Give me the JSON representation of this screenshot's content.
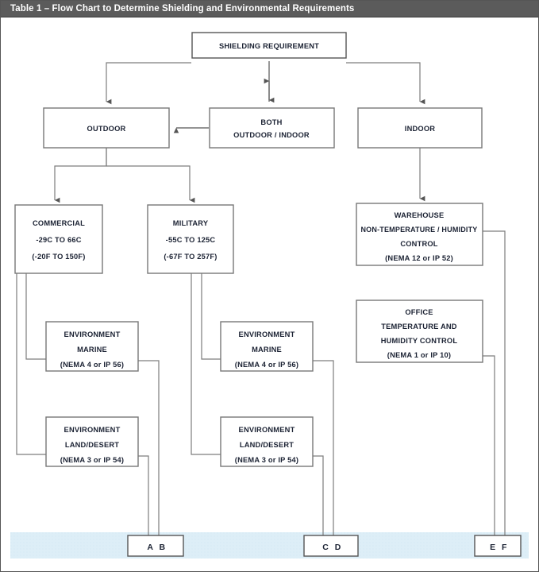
{
  "header": {
    "title": "Table 1 – Flow Chart to Determine Shielding and Environmental Requirements",
    "bar_color": "#5b5b5b",
    "text_color": "#ffffff"
  },
  "colors": {
    "band": "#ddeef7",
    "box_stroke": "#777777",
    "line": "#7d7d7d",
    "text": "#1b2233",
    "page_border": "#555555"
  },
  "chart_data": {
    "type": "diagram",
    "title": "Table 1 – Flow Chart to Determine Shielding and Environmental Requirements",
    "nodes": [
      {
        "id": "shielding",
        "lines": [
          "SHIELDING REQUIREMENT"
        ]
      },
      {
        "id": "outdoor",
        "lines": [
          "OUTDOOR"
        ]
      },
      {
        "id": "both",
        "lines": [
          "BOTH",
          "OUTDOOR / INDOOR"
        ]
      },
      {
        "id": "indoor",
        "lines": [
          "INDOOR"
        ]
      },
      {
        "id": "commercial",
        "lines": [
          "COMMERCIAL",
          "-29C TO 66C",
          "(-20F TO 150F)"
        ]
      },
      {
        "id": "military",
        "lines": [
          "MILITARY",
          "-55C TO 125C",
          "(-67F TO 257F)"
        ]
      },
      {
        "id": "warehouse",
        "lines": [
          "WAREHOUSE",
          "NON-TEMPERATURE / HUMIDITY",
          "CONTROL",
          "(NEMA 12 or IP 52)"
        ]
      },
      {
        "id": "env-marine-1",
        "lines": [
          "ENVIRONMENT",
          "MARINE",
          "(NEMA 4 or IP 56)"
        ]
      },
      {
        "id": "env-marine-2",
        "lines": [
          "ENVIRONMENT",
          "MARINE",
          "(NEMA 4 or IP 56)"
        ]
      },
      {
        "id": "office",
        "lines": [
          "OFFICE",
          "TEMPERATURE AND",
          "HUMIDITY CONTROL",
          "(NEMA 1 or IP 10)"
        ]
      },
      {
        "id": "env-land-1",
        "lines": [
          "ENVIRONMENT",
          "LAND/DESERT",
          "(NEMA 3 or IP 54)"
        ]
      },
      {
        "id": "env-land-2",
        "lines": [
          "ENVIRONMENT",
          "LAND/DESERT",
          "(NEMA 3 or IP 54)"
        ]
      },
      {
        "id": "terminal-ab",
        "lines": [
          "A B"
        ]
      },
      {
        "id": "terminal-cd",
        "lines": [
          "C D"
        ]
      },
      {
        "id": "terminal-ef",
        "lines": [
          "E F"
        ]
      }
    ],
    "edges": [
      {
        "from": "shielding",
        "to": "outdoor",
        "arrow": "single"
      },
      {
        "from": "shielding",
        "to": "indoor",
        "arrow": "single"
      },
      {
        "from": "both",
        "to": "shielding",
        "arrow": "double"
      },
      {
        "from": "both",
        "to": "outdoor",
        "arrow": "single"
      },
      {
        "from": "outdoor",
        "to": "commercial",
        "arrow": "single"
      },
      {
        "from": "outdoor",
        "to": "military",
        "arrow": "single"
      },
      {
        "from": "indoor",
        "to": "warehouse",
        "arrow": "single"
      },
      {
        "from": "commercial",
        "to": "env-marine-1",
        "arrow": "none"
      },
      {
        "from": "commercial",
        "to": "env-land-1",
        "arrow": "none"
      },
      {
        "from": "military",
        "to": "env-marine-2",
        "arrow": "none"
      },
      {
        "from": "military",
        "to": "env-land-2",
        "arrow": "none"
      },
      {
        "from": "env-marine-1",
        "to": "terminal-ab",
        "arrow": "none"
      },
      {
        "from": "env-land-1",
        "to": "terminal-ab",
        "arrow": "none"
      },
      {
        "from": "env-marine-2",
        "to": "terminal-cd",
        "arrow": "none"
      },
      {
        "from": "env-land-2",
        "to": "terminal-cd",
        "arrow": "none"
      },
      {
        "from": "warehouse",
        "to": "terminal-ef",
        "arrow": "none"
      },
      {
        "from": "office",
        "to": "terminal-ef",
        "arrow": "none"
      }
    ]
  },
  "nodes": {
    "shielding": {
      "l1": "SHIELDING REQUIREMENT"
    },
    "outdoor": {
      "l1": "OUTDOOR"
    },
    "both": {
      "l1": "BOTH",
      "l2": "OUTDOOR / INDOOR"
    },
    "indoor": {
      "l1": "INDOOR"
    },
    "commercial": {
      "l1": "COMMERCIAL",
      "l2": "-29C TO 66C",
      "l3": "(-20F TO 150F)"
    },
    "military": {
      "l1": "MILITARY",
      "l2": "-55C TO 125C",
      "l3": "(-67F TO 257F)"
    },
    "warehouse": {
      "l1": "WAREHOUSE",
      "l2": "NON-TEMPERATURE / HUMIDITY",
      "l3": "CONTROL",
      "l4": "(NEMA 12 or IP 52)"
    },
    "env_marine_1": {
      "l1": "ENVIRONMENT",
      "l2": "MARINE",
      "l3": "(NEMA 4 or IP 56)"
    },
    "env_marine_2": {
      "l1": "ENVIRONMENT",
      "l2": "MARINE",
      "l3": "(NEMA 4 or IP 56)"
    },
    "office": {
      "l1": "OFFICE",
      "l2": "TEMPERATURE AND",
      "l3": "HUMIDITY CONTROL",
      "l4": "(NEMA 1 or IP 10)"
    },
    "env_land_1": {
      "l1": "ENVIRONMENT",
      "l2": "LAND/DESERT",
      "l3": "(NEMA 3 or IP 54)"
    },
    "env_land_2": {
      "l1": "ENVIRONMENT",
      "l2": "LAND/DESERT",
      "l3": "(NEMA 3 or IP 54)"
    },
    "terminal_ab": {
      "l1": "A B"
    },
    "terminal_cd": {
      "l1": "C D"
    },
    "terminal_ef": {
      "l1": "E F"
    }
  }
}
